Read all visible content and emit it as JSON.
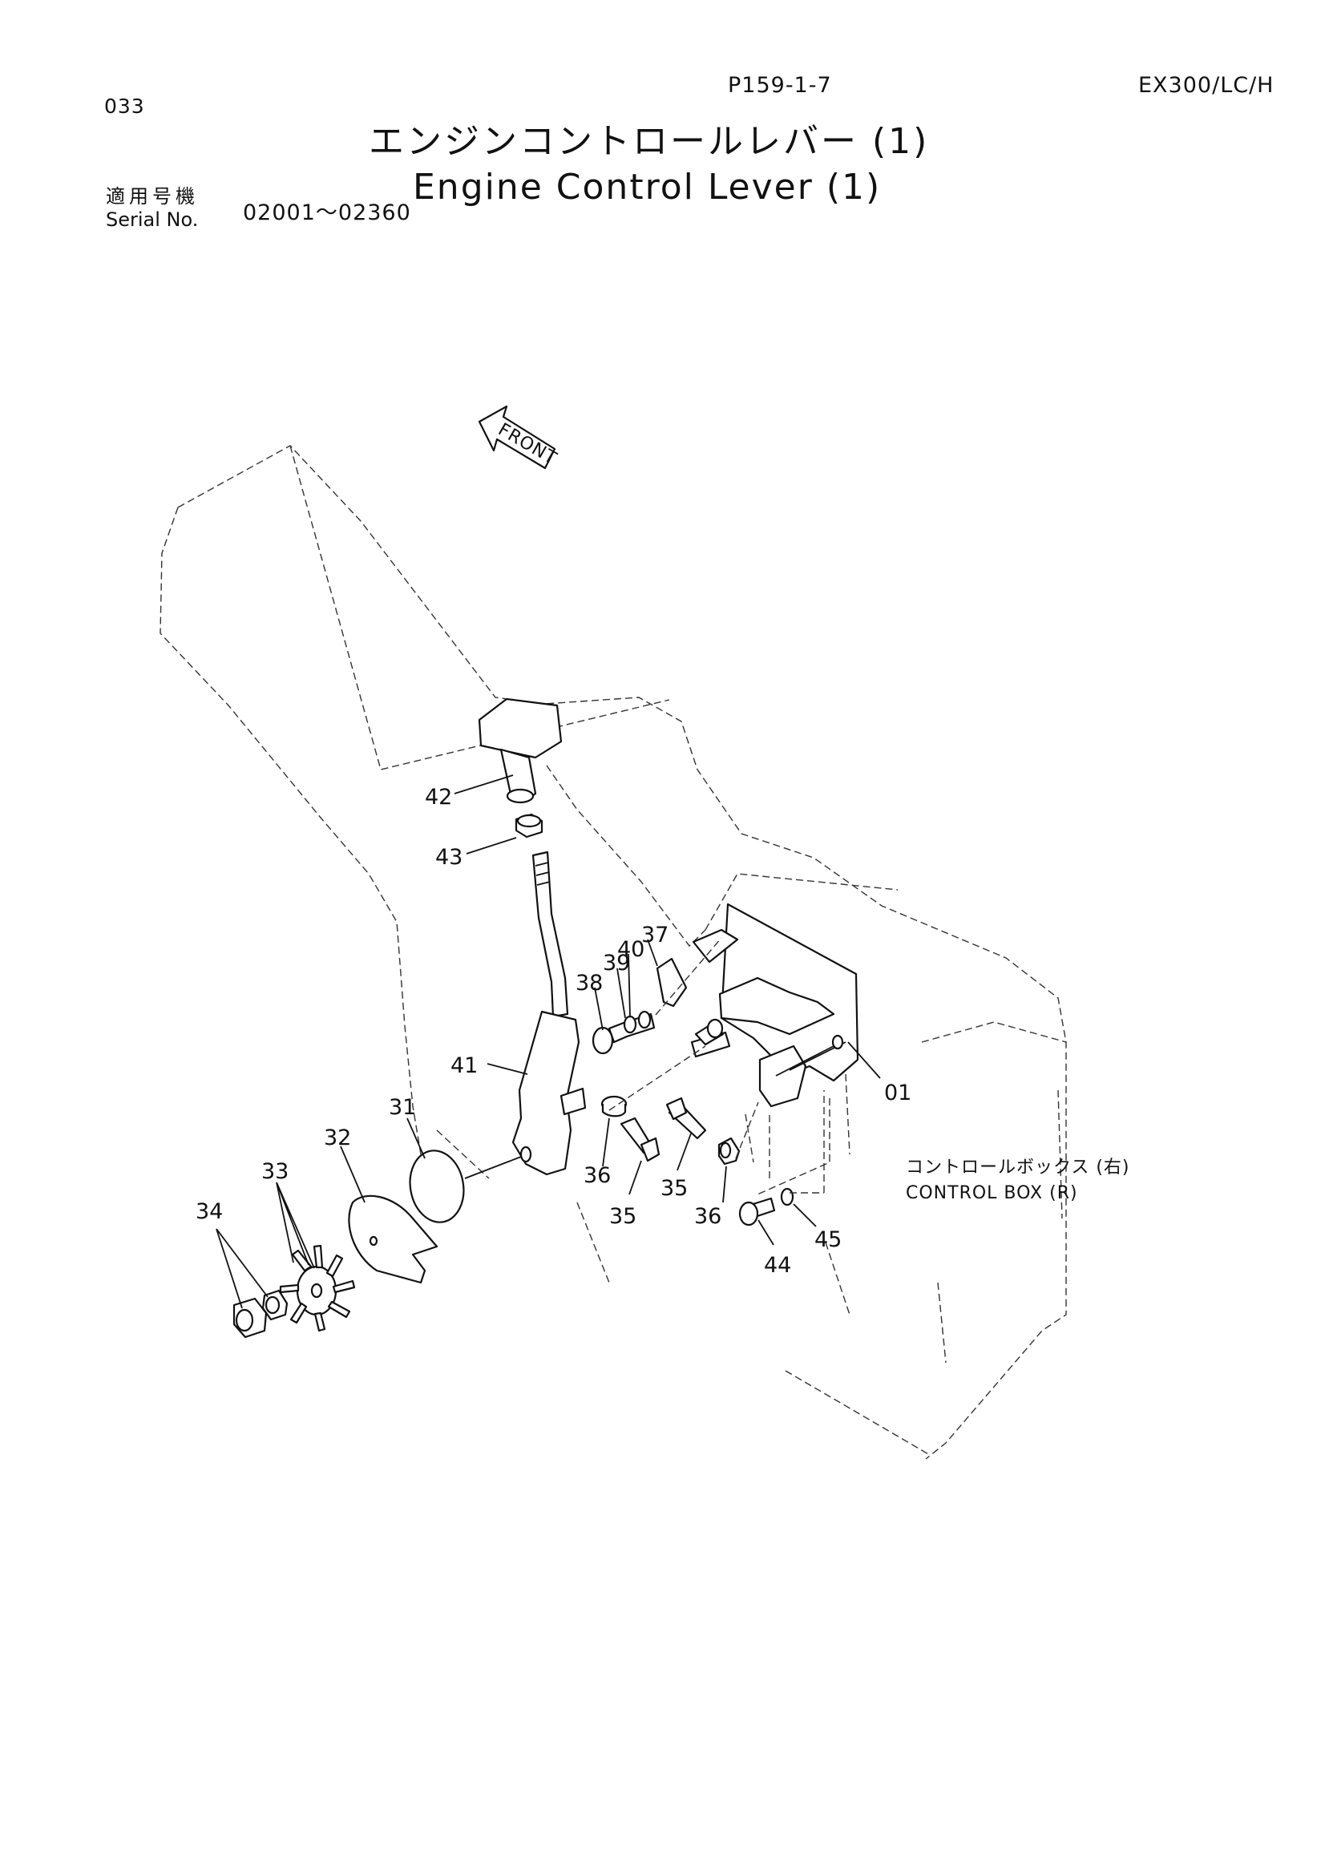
{
  "header": {
    "reference": "P159-1-7",
    "model": "EX300/LC/H",
    "page_number": "033",
    "title_jp": "エンジンコントロールレバー (1)",
    "title_en": "Engine Control Lever (1)",
    "serial_label_jp": "適用号機",
    "serial_label_en": "Serial No.",
    "serial_range": "02001～02360"
  },
  "diagram": {
    "front_arrow": "FRONT",
    "control_box_jp": "コントロールボックス (右)",
    "control_box_en": "CONTROL BOX (R)",
    "callouts": [
      "42",
      "43",
      "37",
      "40",
      "39",
      "38",
      "41",
      "31",
      "32",
      "33",
      "34",
      "36",
      "35",
      "35",
      "36",
      "01",
      "44",
      "45"
    ]
  }
}
